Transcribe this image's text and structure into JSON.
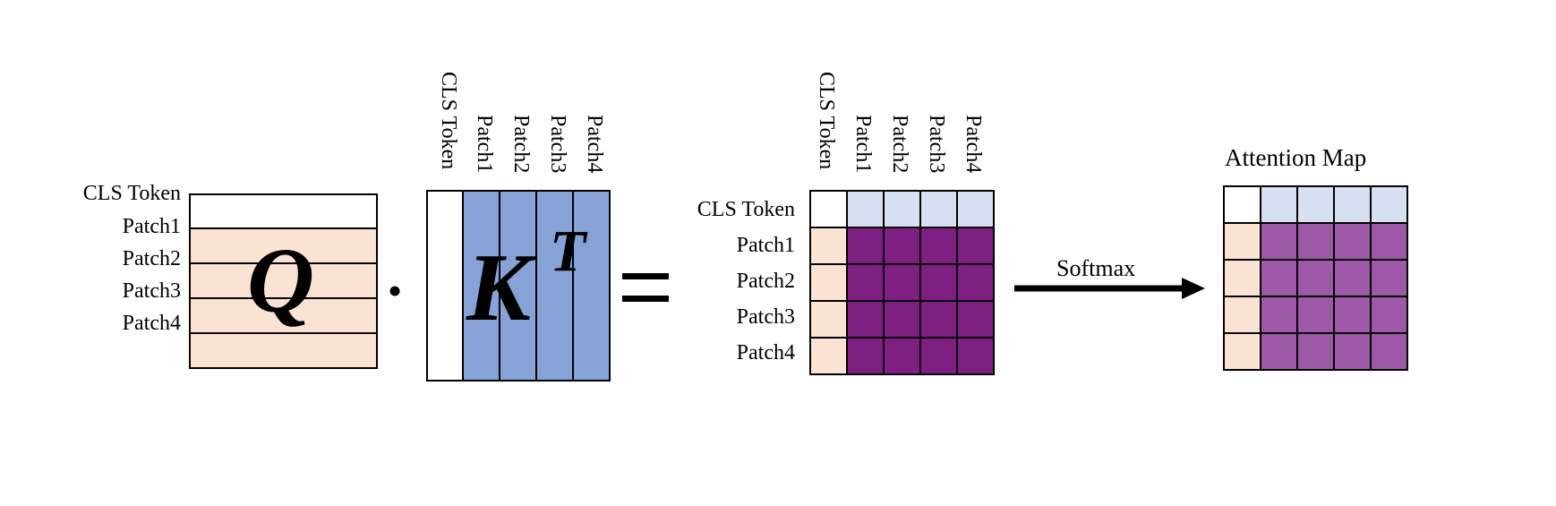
{
  "colors": {
    "peach": "#fbe3d4",
    "blue": "#86a2d6",
    "light_blue": "#d6e0f0",
    "dark_purple": "#7e2082",
    "mid_purple": "#9d58a7",
    "border": "#000000"
  },
  "q_matrix": {
    "row_labels": [
      "CLS Token",
      "Patch1",
      "Patch2",
      "Patch3",
      "Patch4"
    ],
    "symbol": "Q"
  },
  "operators": {
    "dot": "•",
    "equals": "="
  },
  "k_matrix": {
    "col_labels": [
      "CLS Token",
      "Patch1",
      "Patch2",
      "Patch3",
      "Patch4"
    ],
    "symbol": "K",
    "superscript": "T"
  },
  "score_matrix": {
    "row_labels": [
      "CLS Token",
      "Patch1",
      "Patch2",
      "Patch3",
      "Patch4"
    ],
    "col_labels": [
      "CLS Token",
      "Patch1",
      "Patch2",
      "Patch3",
      "Patch4"
    ]
  },
  "arrow": {
    "label": "Softmax"
  },
  "attention_map": {
    "title": "Attention Map"
  }
}
